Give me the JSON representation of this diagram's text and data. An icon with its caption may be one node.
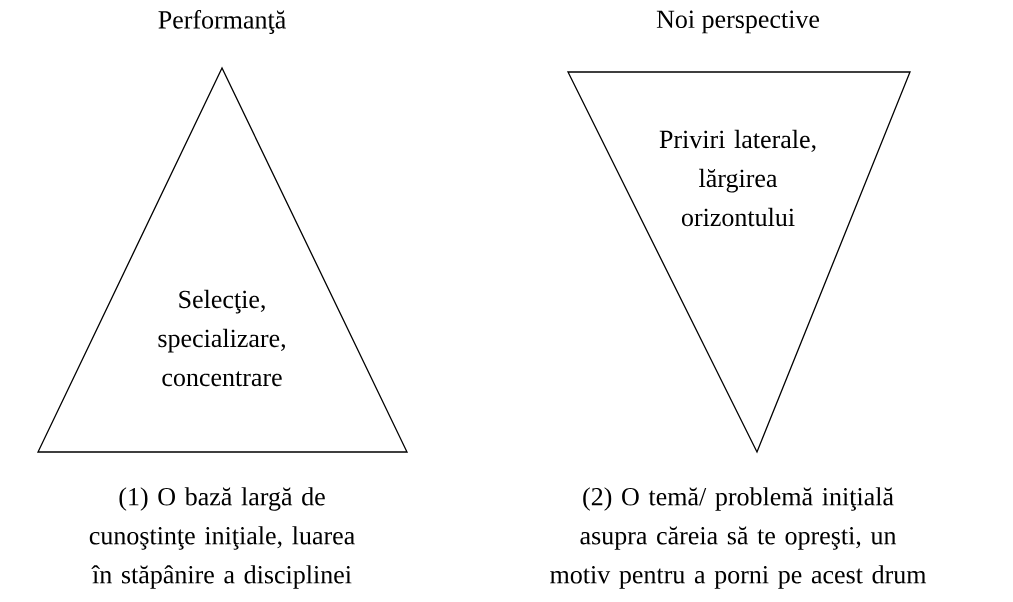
{
  "diagram": {
    "nodes": [
      {
        "text": [
          "Performanţă",
          "Selecţie, specializare, concentrare"
        ],
        "beside": [
          "(1) O bază largă de cunoştinţe iniţiale, luarea în stăpânire a disciplinei"
        ]
      },
      {
        "text": [
          "Noi perspective",
          "Priviri laterale, lărgirea orizontului"
        ],
        "beside": [
          "(2) O temă/ problemă iniţială asupra căreia să te opreşti, un motiv pentru a porni pe acest drum"
        ]
      }
    ]
  }
}
